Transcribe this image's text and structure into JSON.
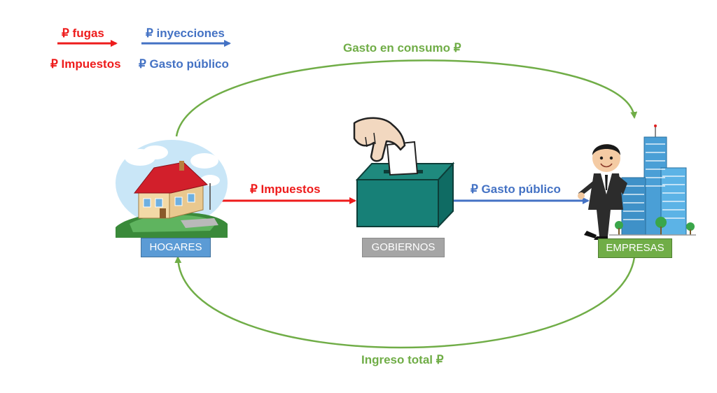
{
  "legend": {
    "leaks_label": "₽ fugas",
    "injections_label": "₽ inyecciones",
    "taxes_label": "₽ Impuestos",
    "spending_label": "₽ Gasto público"
  },
  "flows": {
    "consumption": "Gasto en consumo ₽",
    "income": "Ingreso total ₽",
    "taxes": "₽ Impuestos",
    "public_spending": "₽ Gasto público"
  },
  "nodes": {
    "households": "HOGARES",
    "government": "GOBIERNOS",
    "firms": "EMPRESAS"
  },
  "colors": {
    "leak": "#ee1c1c",
    "injection": "#4472c4",
    "flow": "#70ad47",
    "households_box": "#5b9bd5",
    "government_box": "#a5a5a5",
    "firms_box": "#70ad47"
  },
  "icons": {
    "households": "house-icon",
    "government": "ballot-box-icon",
    "firms": "businessman-buildings-icon"
  }
}
